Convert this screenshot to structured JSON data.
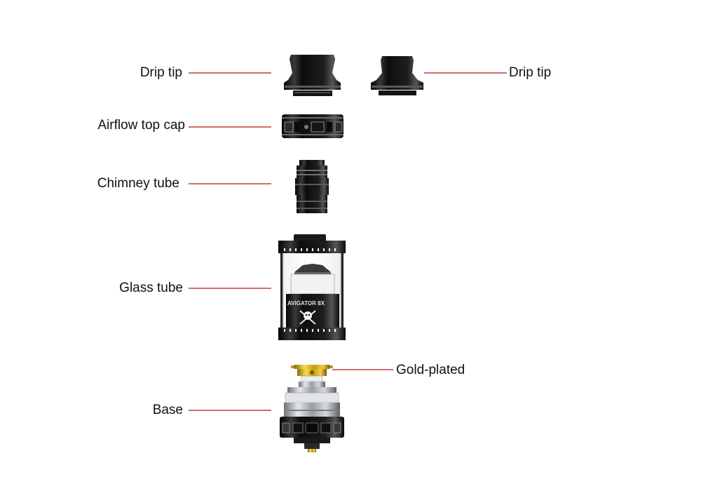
{
  "labels": {
    "drip_tip_left": "Drip tip",
    "drip_tip_right": "Drip tip",
    "airflow_top_cap": "Airflow top cap",
    "chimney_tube": "Chimney tube",
    "glass_tube": "Glass tube",
    "gold_plated": "Gold-plated",
    "base": "Base"
  },
  "product_print": {
    "brand_text": "AVIGATOR 8X"
  },
  "colors": {
    "leader_line": "#b01818",
    "label_text": "#111111",
    "metal_dark": "#1a1a1a",
    "steel": "#b8bcc0",
    "gold": "#d9b21f"
  }
}
